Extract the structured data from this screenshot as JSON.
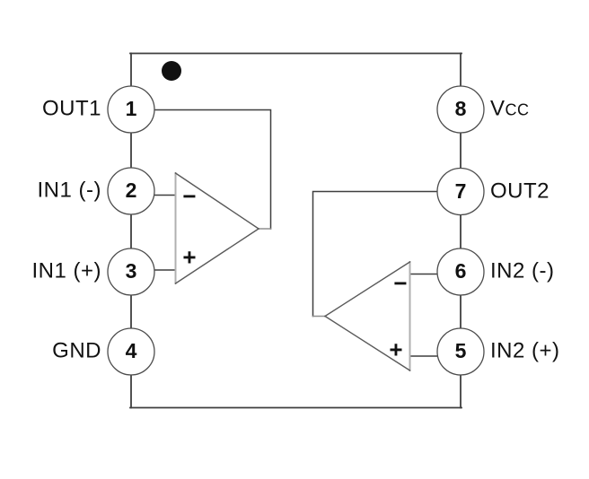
{
  "pins": {
    "left": [
      {
        "number": "1",
        "label": "OUT1"
      },
      {
        "number": "2",
        "label": "IN1 (-)"
      },
      {
        "number": "3",
        "label": "IN1 (+)"
      },
      {
        "number": "4",
        "label": "GND"
      }
    ],
    "right": [
      {
        "number": "8",
        "label_main": "V",
        "label_sub": "CC"
      },
      {
        "number": "7",
        "label": "OUT2"
      },
      {
        "number": "6",
        "label": "IN2 (-)"
      },
      {
        "number": "5",
        "label": "IN2 (+)"
      }
    ]
  },
  "opamps": [
    {
      "inverting_sign": "−",
      "noninverting_sign": "+"
    },
    {
      "inverting_sign": "−",
      "noninverting_sign": "+"
    }
  ],
  "colors": {
    "background": "#ffffff",
    "line": "#3f3f3f",
    "line_slant": "#5a5a5a",
    "line_light": "#b0b0b0",
    "pin_circle_stroke": "#4d4d4d",
    "pin_fill": "#ffffff",
    "text": "#111111",
    "pin1_marker": "#111111"
  }
}
